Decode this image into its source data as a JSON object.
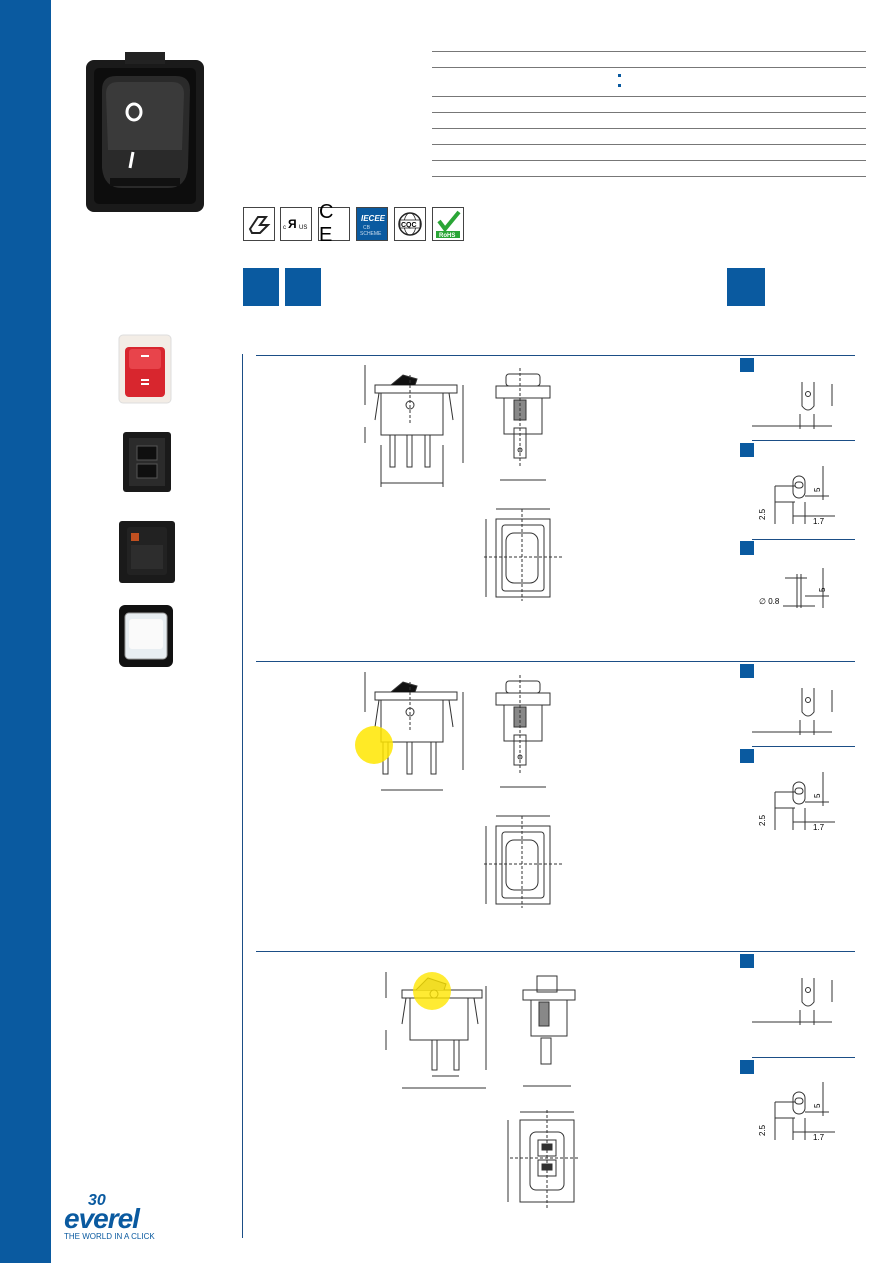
{
  "brand": {
    "anniversary": "30",
    "name": "everel",
    "tagline": "THE WORLD IN A CLICK"
  },
  "certifications": [
    {
      "icon": "enec-icon"
    },
    {
      "icon": "ul-icon",
      "text": "cURus"
    },
    {
      "icon": "ce-icon",
      "text": "CE"
    },
    {
      "icon": "iecee-icon",
      "text": "IECEE CB SCHEME"
    },
    {
      "icon": "cqc-icon",
      "text": "CQC"
    },
    {
      "icon": "rohs-icon",
      "text": "RoHS"
    }
  ],
  "terminals": {
    "dim_2_5": "2.5",
    "dim_5": "5",
    "dim_1_7": "1.7",
    "dim_pin": "∅ 0.8"
  },
  "colors": {
    "brand_blue": "#0a5aa0",
    "highlight_yellow": "#ffe600"
  }
}
